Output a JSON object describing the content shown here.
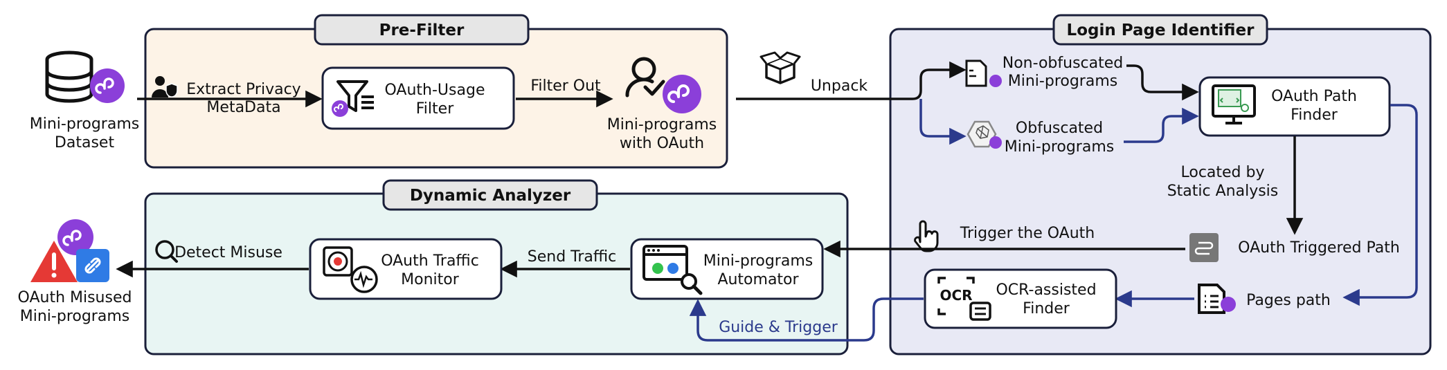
{
  "sections": {
    "prefilter": {
      "title": "Pre-Filter"
    },
    "login_identifier": {
      "title": "Login Page Identifier"
    },
    "dynamic_analyzer": {
      "title": "Dynamic Analyzer"
    }
  },
  "nodes": {
    "dataset": {
      "line1": "Mini-programs",
      "line2": "Dataset"
    },
    "oauth_filter": {
      "line1": "OAuth-Usage",
      "line2": "Filter"
    },
    "mp_oauth": {
      "line1": "Mini-programs",
      "line2": "with OAuth"
    },
    "non_obf": {
      "line1": "Non-obfuscated",
      "line2": "Mini-programs"
    },
    "obf": {
      "line1": "Obfuscated",
      "line2": "Mini-programs"
    },
    "path_finder": {
      "line1": "OAuth Path",
      "line2": "Finder"
    },
    "triggered_path": {
      "label": "OAuth Triggered Path"
    },
    "pages_path": {
      "label": "Pages path"
    },
    "ocr_finder": {
      "line1": "OCR-assisted",
      "line2": "Finder"
    },
    "automator": {
      "line1": "Mini-programs",
      "line2": "Automator"
    },
    "traffic_monitor": {
      "line1": "OAuth Traffic",
      "line2": "Monitor"
    },
    "misused": {
      "line1": "OAuth Misused",
      "line2": "Mini-programs"
    },
    "ocr_icon_text": "OCR"
  },
  "edges": {
    "extract": {
      "line1": "Extract Privacy",
      "line2": "MetaData"
    },
    "filter_out": "Filter Out",
    "unpack": "Unpack",
    "located": {
      "line1": "Located by",
      "line2": "Static Analysis"
    },
    "trigger_oauth": "Trigger the OAuth",
    "send_traffic": "Send Traffic",
    "detect_misuse": "Detect Misuse",
    "guide_trigger": "Guide & Trigger"
  },
  "colors": {
    "prefilter_bg": "#fdf3e7",
    "login_bg": "#e8e9f5",
    "dynamic_bg": "#e8f5f3",
    "border": "#1a1f3a",
    "title_tab": "#e6e6e6",
    "blue_arrow": "#2b3a8c",
    "miniprogram_purple": "#8b3fd9",
    "alert_red": "#e53935",
    "link_blue": "#2f7be5"
  },
  "icons": [
    "database-icon",
    "miniprogram-icon",
    "user-shield-icon",
    "funnel-list-icon",
    "user-check-icon",
    "open-box-icon",
    "document-icon",
    "web-graph-icon",
    "monitor-code-icon",
    "route-icon",
    "file-list-icon",
    "ocr-scan-icon",
    "app-window-icon",
    "traffic-monitor-icon",
    "magnifier-icon",
    "warning-icon",
    "link-icon",
    "touch-icon"
  ]
}
